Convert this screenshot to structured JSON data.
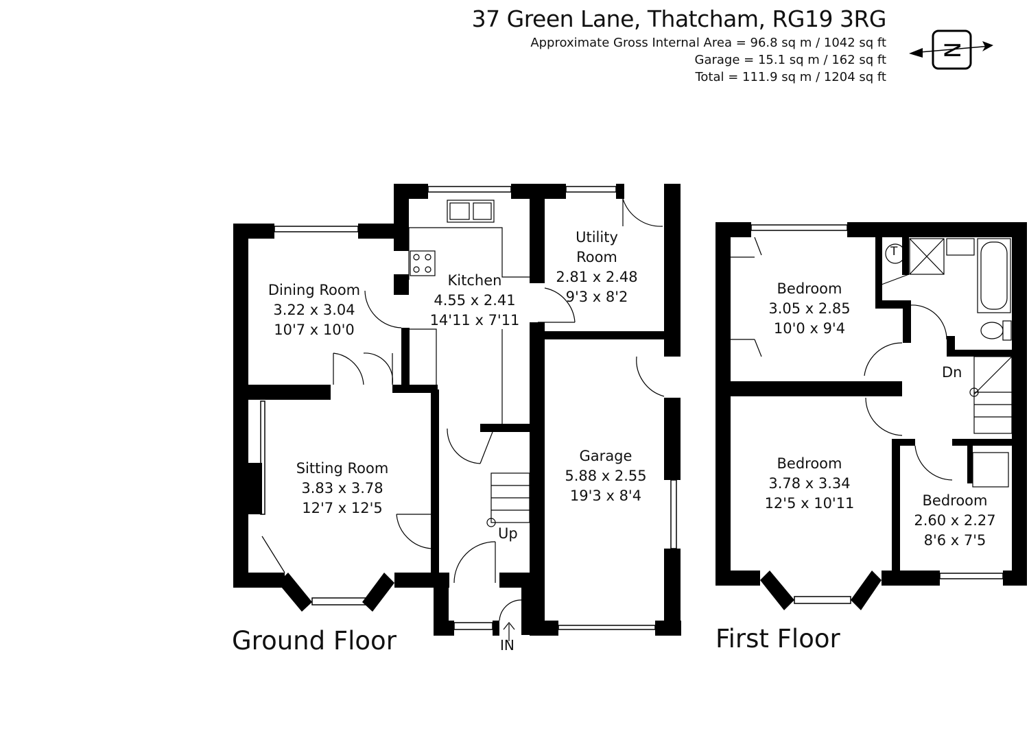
{
  "header": {
    "address": "37 Green Lane, Thatcham, RG19 3RG",
    "area_lines": [
      "Approximate Gross Internal Area = 96.8 sq m / 1042 sq ft",
      "Garage = 15.1 sq m / 162 sq ft",
      "Total = 111.9 sq m / 1204 sq ft"
    ]
  },
  "compass": {
    "letter": "N",
    "icon": "north-arrow-icon"
  },
  "floors": {
    "ground": {
      "title": "Ground Floor",
      "rooms": [
        {
          "name": "Dining Room",
          "metric": "3.22 x 3.04",
          "imperial": "10'7 x 10'0"
        },
        {
          "name": "Kitchen",
          "metric": "4.55 x 2.41",
          "imperial": "14'11 x 7'11"
        },
        {
          "name": "Utility",
          "name2": "Room",
          "metric": "2.81 x 2.48",
          "imperial": "9'3 x 8'2"
        },
        {
          "name": "Sitting Room",
          "metric": "3.83 x 3.78",
          "imperial": "12'7 x 12'5"
        },
        {
          "name": "Garage",
          "metric": "5.88 x 2.55",
          "imperial": "19'3 x 8'4"
        }
      ],
      "stairs_label": "Up",
      "entrance_label": "IN"
    },
    "first": {
      "title": "First Floor",
      "rooms": [
        {
          "name": "Bedroom",
          "metric": "3.05 x 2.85",
          "imperial": "10'0 x 9'4"
        },
        {
          "name": "Bedroom",
          "metric": "3.78 x 3.34",
          "imperial": "12'5 x 10'11"
        },
        {
          "name": "Bedroom",
          "metric": "2.60 x 2.27",
          "imperial": "8'6 x 7'5"
        }
      ],
      "stairs_label": "Dn",
      "cylinder_label": "T"
    }
  }
}
